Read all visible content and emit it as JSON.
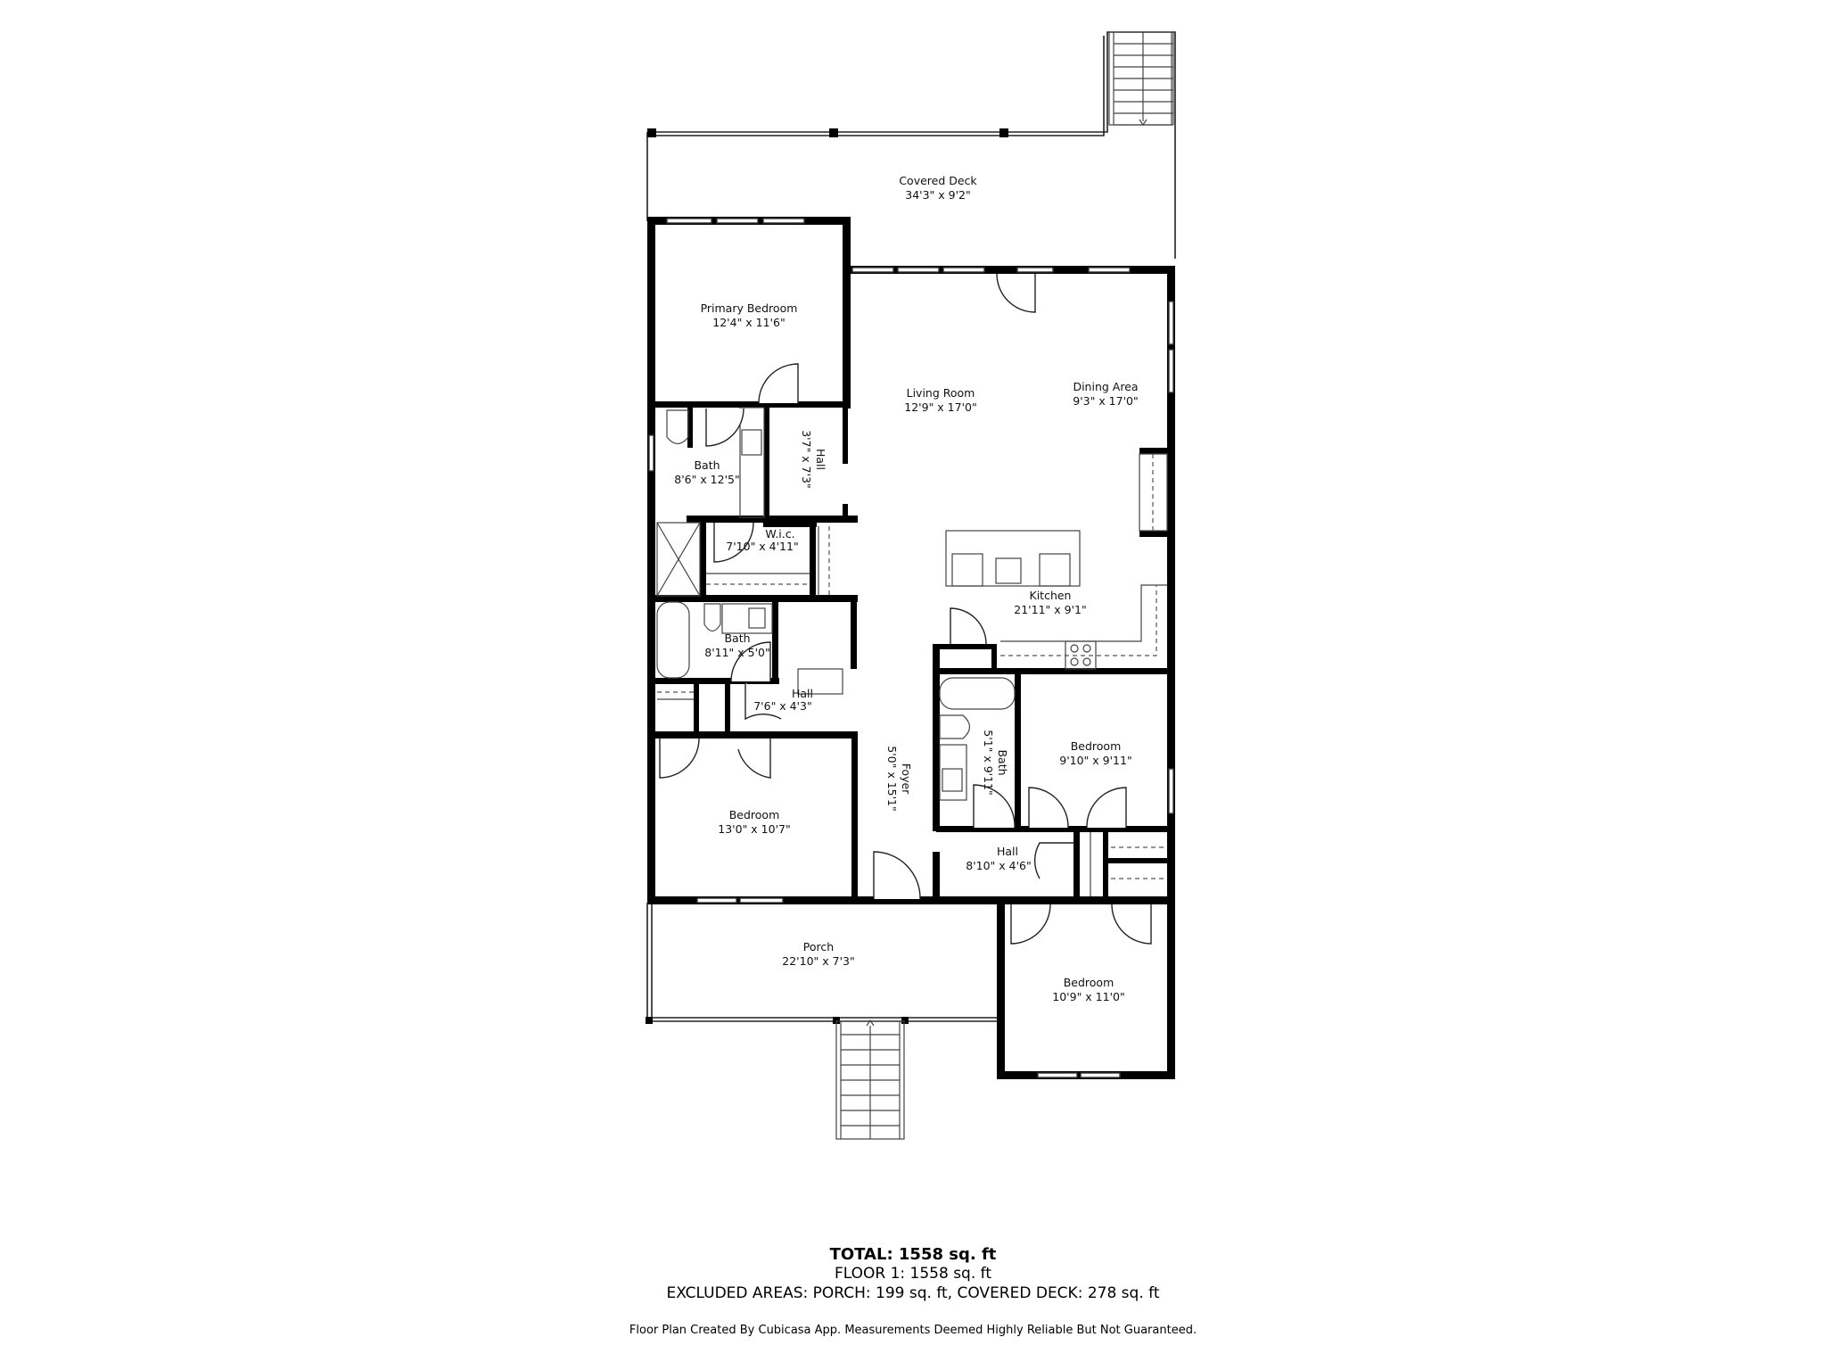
{
  "rooms": {
    "covered_deck": {
      "name": "Covered Deck",
      "dims": "34'3\" x 9'2\""
    },
    "primary_bedroom": {
      "name": "Primary Bedroom",
      "dims": "12'4\" x 11'6\""
    },
    "living_room": {
      "name": "Living Room",
      "dims": "12'9\" x 17'0\""
    },
    "dining_area": {
      "name": "Dining Area",
      "dims": "9'3\" x 17'0\""
    },
    "primary_bath": {
      "name": "Bath",
      "dims": "8'6\" x 12'5\""
    },
    "hall_primary": {
      "name": "Hall",
      "dims": "3'7\" x 7'3\""
    },
    "wic": {
      "name": "W.i.c.",
      "dims": "7'10\" x 4'11\""
    },
    "kitchen": {
      "name": "Kitchen",
      "dims": "21'11\" x 9'1\""
    },
    "bath_2": {
      "name": "Bath",
      "dims": "8'11\" x 5'0\""
    },
    "hall_2": {
      "name": "Hall",
      "dims": "7'6\" x 4'3\""
    },
    "foyer": {
      "name": "Foyer",
      "dims": "5'0\" x 15'1\""
    },
    "bath_3": {
      "name": "Bath",
      "dims": "5'1\" x 9'11\""
    },
    "bedroom_right": {
      "name": "Bedroom",
      "dims": "9'10\" x 9'11\""
    },
    "bedroom_left": {
      "name": "Bedroom",
      "dims": "13'0\" x 10'7\""
    },
    "hall_3": {
      "name": "Hall",
      "dims": "8'10\" x 4'6\""
    },
    "porch": {
      "name": "Porch",
      "dims": "22'10\" x 7'3\""
    },
    "bedroom_bottom": {
      "name": "Bedroom",
      "dims": "10'9\" x 11'0\""
    }
  },
  "summary": {
    "total": "TOTAL: 1558 sq. ft",
    "floor": "FLOOR 1: 1558 sq. ft",
    "excluded": "EXCLUDED AREAS: PORCH: 199 sq. ft, COVERED DECK: 278 sq. ft",
    "credit": "Floor Plan Created By Cubicasa App. Measurements Deemed Highly Reliable But Not Guaranteed."
  }
}
